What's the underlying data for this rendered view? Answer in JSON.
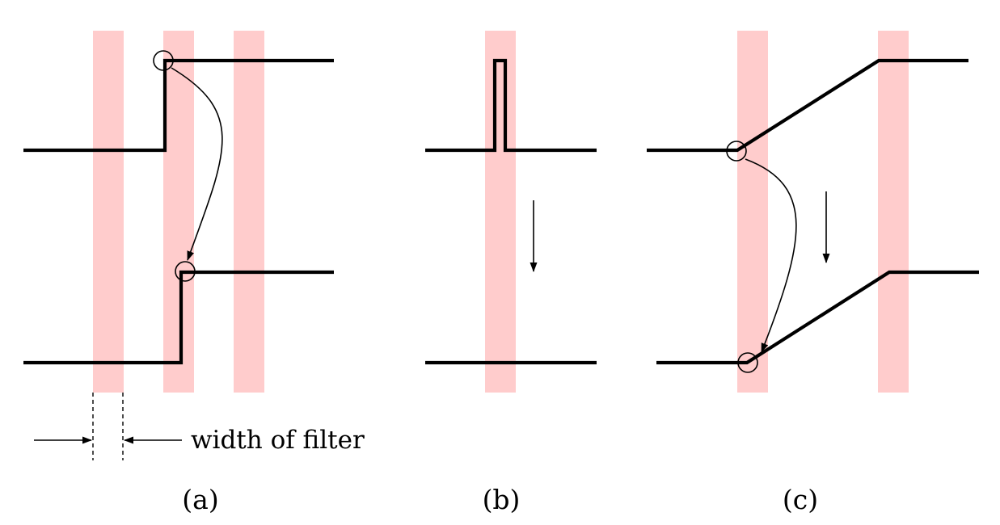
{
  "colors": {
    "filter_band": "#ffcccc",
    "line": "#000000",
    "background": "#ffffff"
  },
  "annotation": {
    "text": "width of filter"
  },
  "panels": [
    {
      "label": "(a)"
    },
    {
      "label": "(b)"
    },
    {
      "label": "(c)"
    }
  ]
}
